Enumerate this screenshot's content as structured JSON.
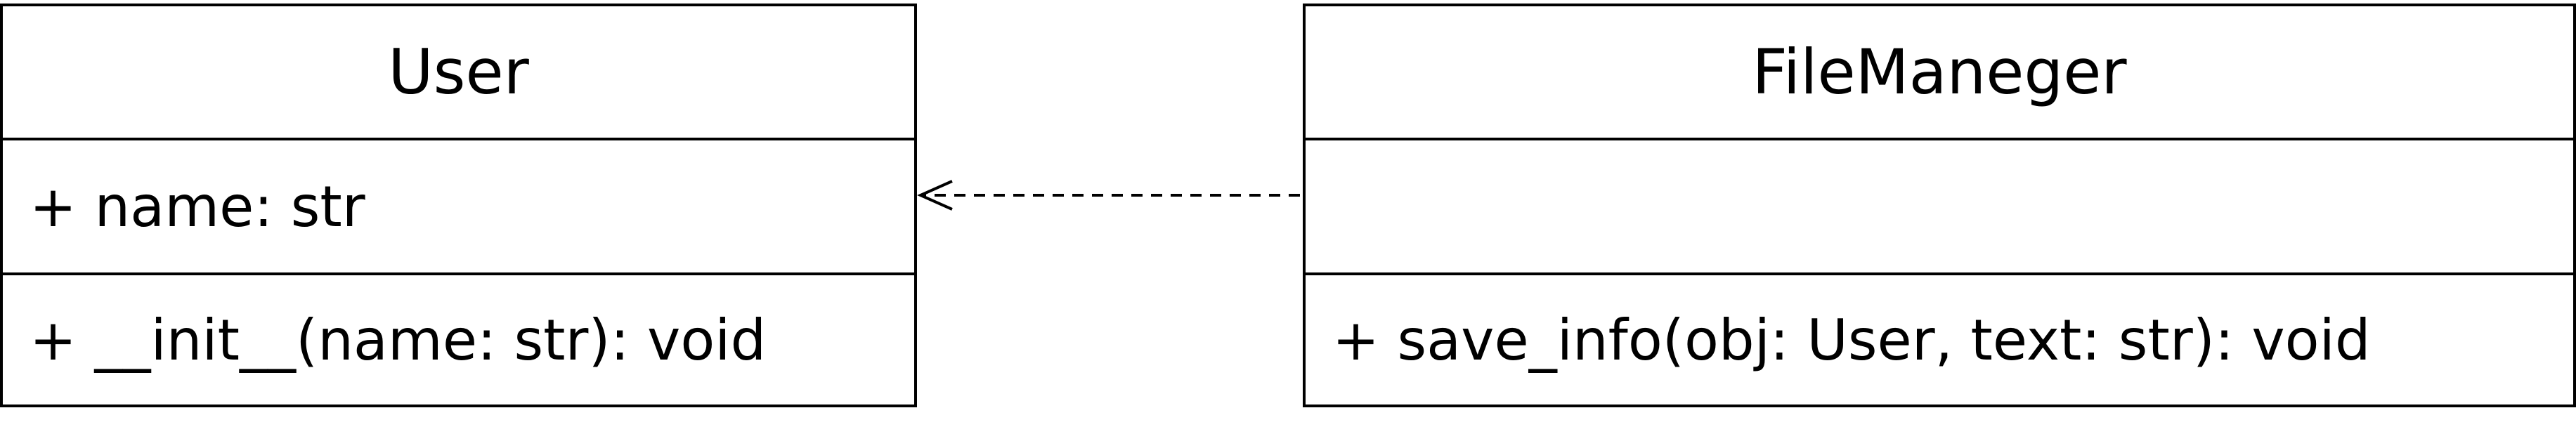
{
  "classes": {
    "user": {
      "name": "User",
      "attributes": "+ name: str",
      "methods": "+ __init__(name: str): void"
    },
    "file_manager": {
      "name": "FileManeger",
      "attributes": "",
      "methods": "+ save_info(obj: User, text: str): void"
    }
  },
  "relationship": {
    "type": "dependency",
    "from": "FileManeger",
    "to": "User",
    "line_style": "dashed",
    "arrowhead": "open"
  },
  "colors": {
    "stroke": "#000000",
    "background": "#ffffff"
  }
}
